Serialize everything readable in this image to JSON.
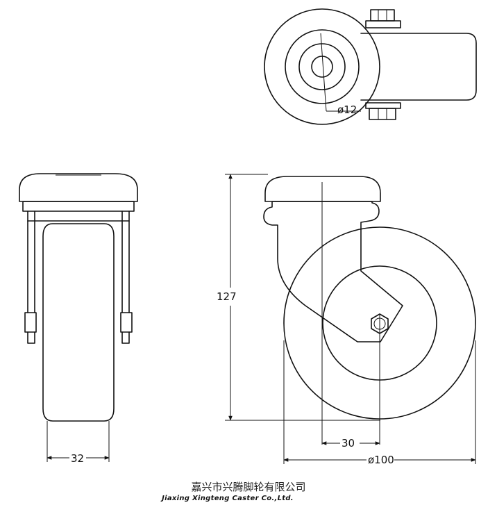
{
  "dimensions": {
    "bolt_diameter": "ø12",
    "height": "127",
    "wheel_width": "32",
    "offset": "30",
    "wheel_diameter": "ø100"
  },
  "company": {
    "name_cn": "嘉兴市兴腾脚轮有限公司",
    "name_en": "Jiaxing Xingteng Caster Co.,Ltd."
  }
}
